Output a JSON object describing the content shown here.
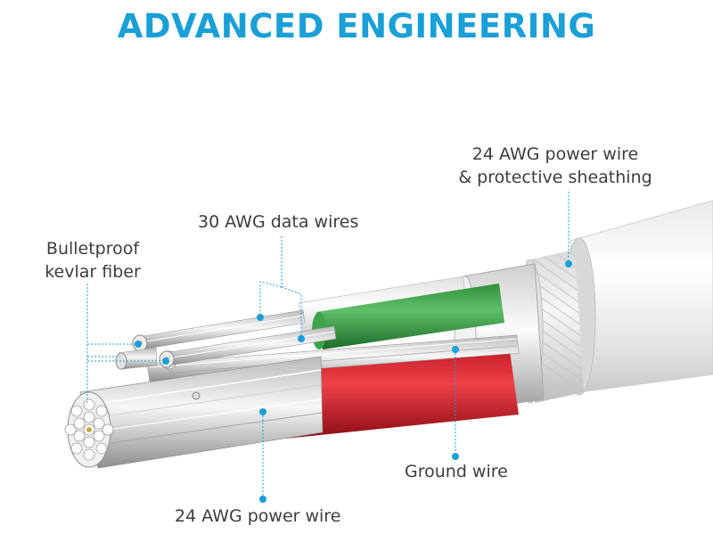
{
  "title": "ADVANCED ENGINEERING",
  "accent_color": "#1a9fd6",
  "labels": {
    "power_sheath": [
      "24 AWG power wire",
      "& protective sheathing"
    ],
    "data_wires": "30 AWG data wires",
    "kevlar": [
      "Bulletproof",
      "kevlar fiber"
    ],
    "ground_wire": "Ground wire",
    "power_wire": "24 AWG power wire"
  }
}
